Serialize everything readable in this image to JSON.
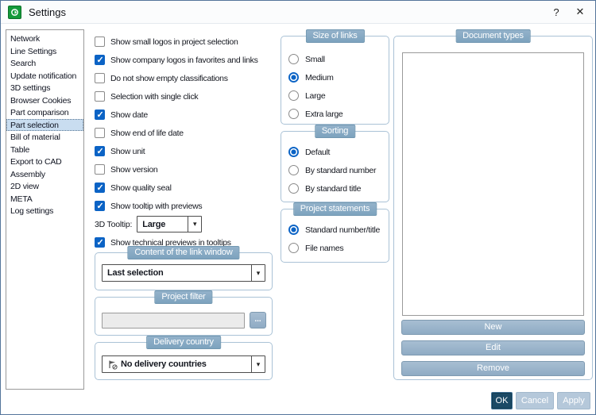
{
  "colors": {
    "accent_blue": "#0b63c5",
    "badge_blue": "#7da3be",
    "group_border": "#aac2d6",
    "ok_button": "#1b4a66",
    "panel_button": "#8fabc4",
    "selection_bg": "#c9ddf0",
    "app_icon_green": "#149a3a"
  },
  "titlebar": {
    "title": "Settings",
    "help": "?",
    "close": "✕"
  },
  "sidebar": {
    "items": [
      {
        "label": "Network",
        "selected": false
      },
      {
        "label": "Line Settings",
        "selected": false
      },
      {
        "label": "Search",
        "selected": false
      },
      {
        "label": "Update notification",
        "selected": false
      },
      {
        "label": "3D settings",
        "selected": false
      },
      {
        "label": "Browser Cookies",
        "selected": false
      },
      {
        "label": "Part comparison",
        "selected": false
      },
      {
        "label": "Part selection",
        "selected": true
      },
      {
        "label": "Bill of material",
        "selected": false
      },
      {
        "label": "Table",
        "selected": false
      },
      {
        "label": "Export to CAD",
        "selected": false
      },
      {
        "label": "Assembly",
        "selected": false
      },
      {
        "label": "2D view",
        "selected": false
      },
      {
        "label": "META",
        "selected": false
      },
      {
        "label": "Log settings",
        "selected": false
      }
    ]
  },
  "main": {
    "checkboxes": [
      {
        "label": "Show small logos in project selection",
        "checked": false
      },
      {
        "label": "Show company logos in favorites and links",
        "checked": true
      },
      {
        "label": "Do not show empty classifications",
        "checked": false
      },
      {
        "label": "Selection with single click",
        "checked": false
      },
      {
        "label": "Show date",
        "checked": true
      },
      {
        "label": "Show end of life date",
        "checked": false
      },
      {
        "label": "Show unit",
        "checked": true
      },
      {
        "label": "Show version",
        "checked": false
      },
      {
        "label": "Show quality seal",
        "checked": true
      },
      {
        "label": "Show tooltip with previews",
        "checked": true
      },
      {
        "label": "Show technical previews in tooltips",
        "checked": true
      }
    ],
    "tooltip_row": {
      "label": "3D Tooltip:",
      "value": "Large"
    }
  },
  "groups": {
    "link_window": {
      "title": "Content of the link window",
      "value": "Last selection"
    },
    "project_filter": {
      "title": "Project filter",
      "input_value": "",
      "browse_label": "..."
    },
    "delivery_country": {
      "title": "Delivery country",
      "value": "No delivery countries"
    },
    "size_of_links": {
      "title": "Size of links",
      "options": [
        {
          "label": "Small",
          "selected": false
        },
        {
          "label": "Medium",
          "selected": true
        },
        {
          "label": "Large",
          "selected": false
        },
        {
          "label": "Extra large",
          "selected": false
        }
      ]
    },
    "sorting": {
      "title": "Sorting",
      "options": [
        {
          "label": "Default",
          "selected": true
        },
        {
          "label": "By standard number",
          "selected": false
        },
        {
          "label": "By standard title",
          "selected": false
        }
      ]
    },
    "project_statements": {
      "title": "Project statements",
      "options": [
        {
          "label": "Standard number/title",
          "selected": true
        },
        {
          "label": "File names",
          "selected": false
        }
      ]
    },
    "document_types": {
      "title": "Document types",
      "list_items": [],
      "buttons": {
        "new": "New",
        "edit": "Edit",
        "remove": "Remove"
      }
    }
  },
  "footer": {
    "ok": "OK",
    "cancel": "Cancel",
    "apply": "Apply"
  }
}
